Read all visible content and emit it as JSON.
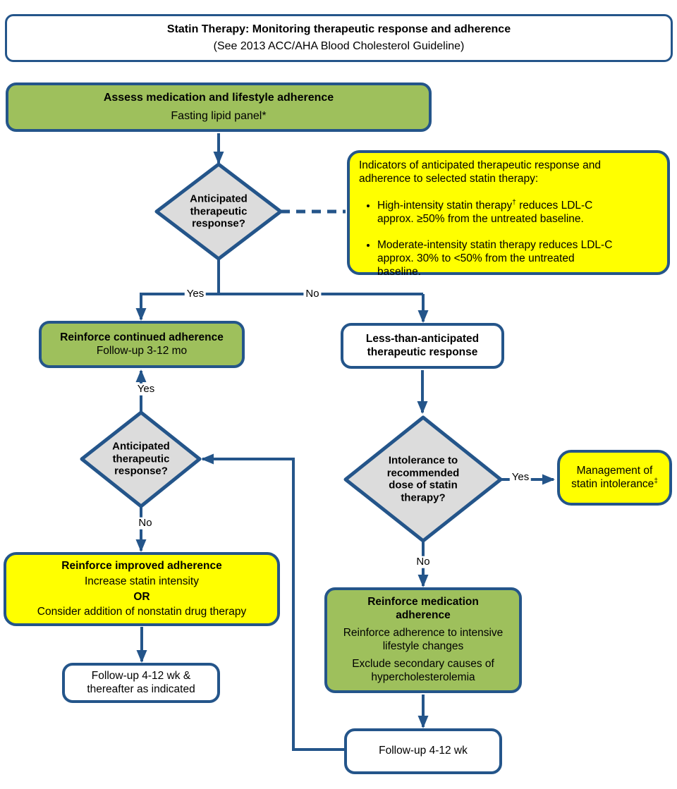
{
  "colors": {
    "line_blue": "#24558A",
    "box_green": "#9EC05C",
    "box_yellow": "#FFFF00",
    "diamond_gray": "#DCDCDC",
    "box_white": "#FFFFFF",
    "text": "#000000"
  },
  "title": {
    "heading": "Statin Therapy: Monitoring therapeutic response and adherence",
    "subheading": "(See 2013 ACC/AHA Blood Cholesterol Guideline)"
  },
  "nodes": {
    "assess": {
      "heading": "Assess medication and lifestyle adherence",
      "body": "Fasting lipid panel*"
    },
    "decision_response_1": {
      "label": "Anticipated\ntherapeutic\nresponse?"
    },
    "indicators": {
      "intro": "Indicators of anticipated therapeutic response and\nadherence to selected statin therapy:",
      "bullets": [
        {
          "text": "High-intensity statin therapy",
          "sup": "†",
          "rest": " reduces LDL-C\napprox. ≥50% from the untreated baseline."
        },
        {
          "text": "Moderate-intensity statin therapy reduces LDL-C\napprox. 30% to <50% from the untreated\nbaseline.",
          "sup": "",
          "rest": ""
        }
      ]
    },
    "reinforce_continued": {
      "heading": "Reinforce continued adherence",
      "body": "Follow-up 3-12 mo"
    },
    "less_than": {
      "heading": "Less-than-anticipated\ntherapeutic response"
    },
    "decision_response_2": {
      "label": "Anticipated\ntherapeutic\nresponse?"
    },
    "decision_intolerance": {
      "label": "Intolerance to\nrecommended\ndose of statin\ntherapy?"
    },
    "management": {
      "body": "Management of\nstatin intolerance",
      "sup": "‡"
    },
    "reinforce_improved": {
      "heading": "Reinforce improved adherence",
      "line1": "Increase statin intensity",
      "or": "OR",
      "line2": "Consider addition of nonstatin drug therapy"
    },
    "followup_4_12_thereafter": {
      "body": "Follow-up 4-12 wk &\nthereafter as indicated"
    },
    "reinforce_medication": {
      "heading": "Reinforce medication\nadherence",
      "line1": "Reinforce adherence to intensive\nlifestyle changes",
      "line2": "Exclude secondary causes of\nhypercholesterolemia"
    },
    "followup_4_12": {
      "body": "Follow-up 4-12 wk"
    }
  },
  "edge_labels": {
    "yes1": "Yes",
    "no1": "No",
    "yes2": "Yes",
    "no2": "No",
    "yes3": "Yes",
    "no3": "No"
  }
}
